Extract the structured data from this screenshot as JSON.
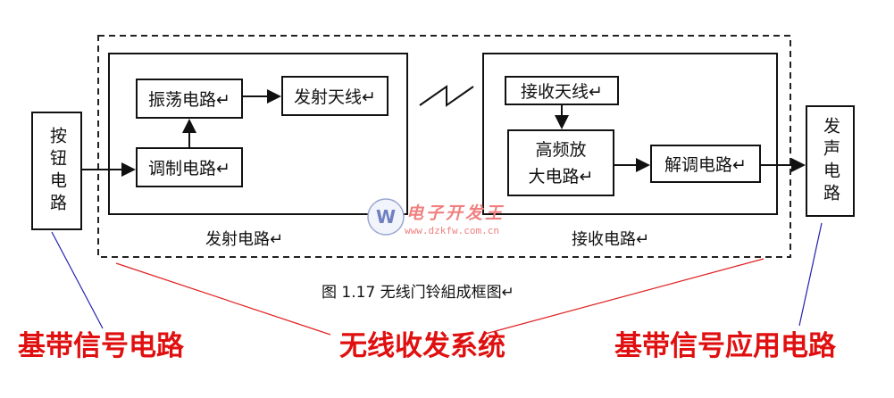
{
  "blocks": {
    "button_circuit": "按钮电路",
    "oscillator": "振荡电路↵",
    "transmit_antenna": "发射天线↵",
    "modulator": "调制电路↵",
    "receive_antenna": "接收天线↵",
    "hf_amp_line1": "高频放",
    "hf_amp_line2": "大电路↵",
    "demodulator": "解调电路↵",
    "sound_circuit": "发声电路"
  },
  "group_labels": {
    "transmit": "发射电路↵",
    "receive": "接收电路↵"
  },
  "caption": "图 1.17  无线门铃組成框图↵",
  "annotations": {
    "baseband": "基带信号电路",
    "wireless": "无线收发系统",
    "baseband_app": "基带信号应用电路"
  },
  "watermark": {
    "title": "电子开发王",
    "url": "www.dzkfw.com.cn"
  }
}
